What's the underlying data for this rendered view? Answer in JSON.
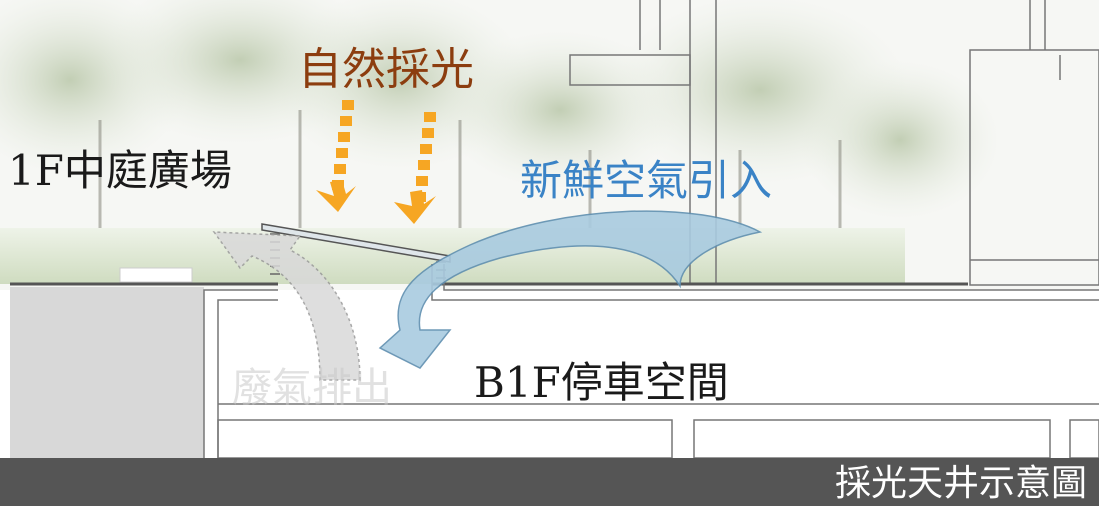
{
  "labels": {
    "natural_light": "自然採光",
    "atrium_plaza": "1F中庭廣場",
    "fresh_air": "新鮮空氣引入",
    "exhaust": "廢氣排出",
    "parking": "B1F停車空間"
  },
  "caption": "採光天井示意圖",
  "colors": {
    "natural_light": "#8c3d0f",
    "fresh_air": "#3a83c6",
    "exhaust": "#c9c9c9",
    "caption_text": "#ffffff",
    "light_arrow": "#f6a623",
    "air_arrow": "#a9cbe0"
  }
}
